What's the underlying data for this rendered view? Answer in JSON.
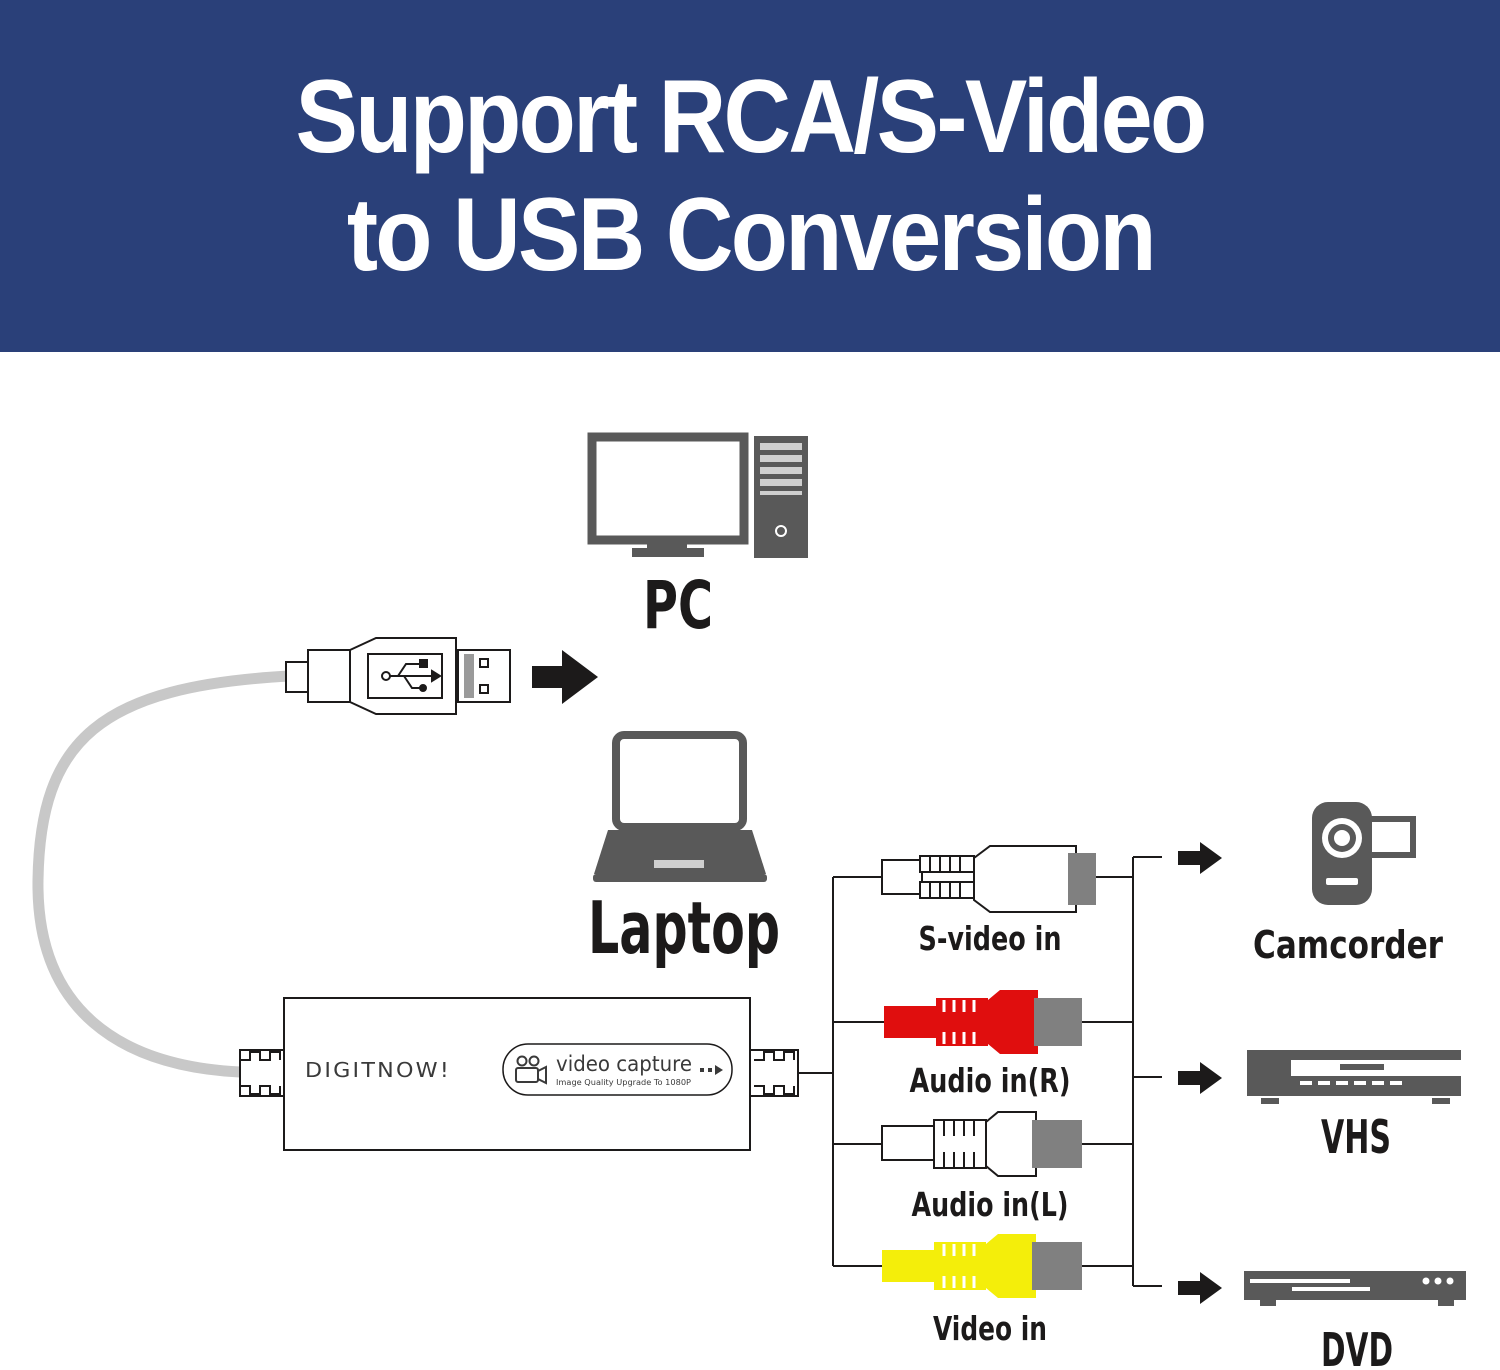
{
  "banner": {
    "line1": "Support RCA/S-Video",
    "line2": "to USB Conversion"
  },
  "devices": {
    "pc": "PC",
    "laptop": "Laptop",
    "camcorder": "Camcorder",
    "vhs": "VHS",
    "dvd": "DVD"
  },
  "capture_device": {
    "brand": "DIGITNOW!",
    "label": "video capture",
    "tagline": "Image Quality Upgrade To 1080P"
  },
  "inputs": {
    "svideo": "S-video in",
    "audio_r": "Audio in(R)",
    "audio_l": "Audio in(L)",
    "video": "Video in"
  },
  "colors": {
    "banner": "#2a4079",
    "icon_gray": "#595959",
    "audio_r": "#e00e0e",
    "video": "#f4ee0a",
    "arrow": "#1c1a1a"
  },
  "icons": [
    "computer-icon",
    "usb-symbol-icon",
    "laptop-icon",
    "camcorder-icon",
    "vhs-player-icon",
    "dvd-player-icon",
    "arrow-right-icon"
  ]
}
